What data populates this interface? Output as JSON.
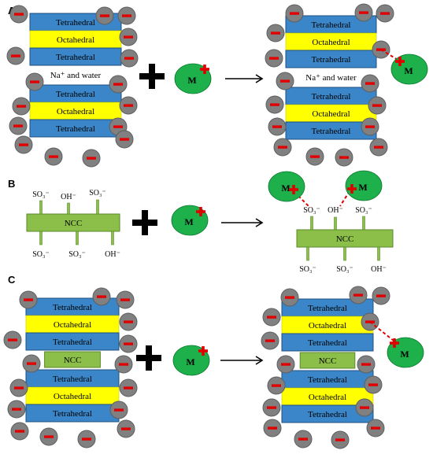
{
  "panels": [
    {
      "id": "A",
      "letter": "A"
    },
    {
      "id": "B",
      "letter": "B"
    },
    {
      "id": "C",
      "letter": "C"
    }
  ],
  "clay_layers": {
    "tetrahedral": "Tetrahedral",
    "octahedral": "Octahedral",
    "interlayer_na": "Na⁺ and water",
    "ncc": "NCC"
  },
  "cation_label": "M",
  "ncc_groups": {
    "sulfonate": "SO₃⁻",
    "hydroxyl": "OH⁻",
    "rod_label": "NCC"
  },
  "colors": {
    "tetrahedral": "#3a86c8",
    "octahedral": "#ffff00",
    "ncc": "#8cbf4a",
    "negative_charge": "#808080",
    "charge_sign": "#e00000",
    "cation": "#1eb04a"
  }
}
